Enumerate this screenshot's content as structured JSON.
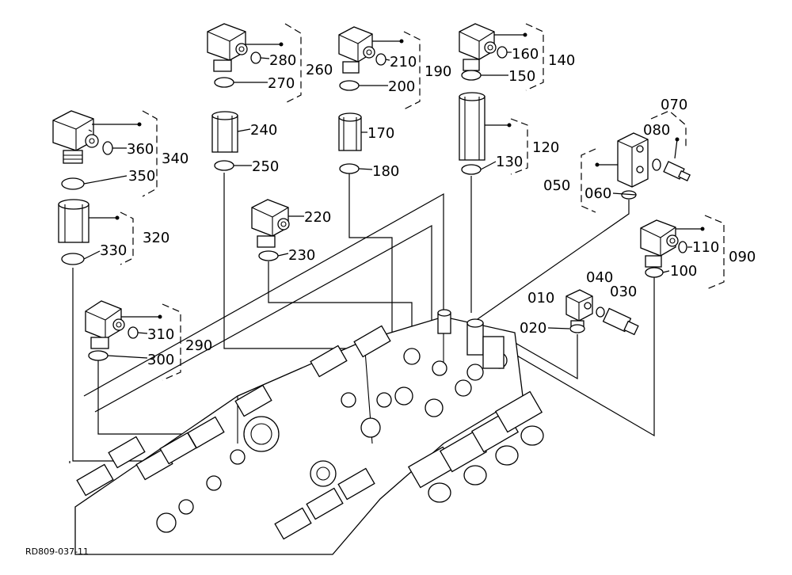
{
  "document_code": "RD809-037-11",
  "labels": {
    "l010": "010",
    "l020": "020",
    "l030": "030",
    "l040": "040",
    "l050": "050",
    "l060": "060",
    "l070": "070",
    "l080": "080",
    "l090": "090",
    "l100": "100",
    "l110": "110",
    "l120": "120",
    "l130": "130",
    "l140": "140",
    "l150": "150",
    "l160": "160",
    "l170": "170",
    "l180": "180",
    "l190": "190",
    "l200": "200",
    "l210": "210",
    "l220": "220",
    "l230": "230",
    "l240": "240",
    "l250": "250",
    "l260": "260",
    "l270": "270",
    "l280": "280",
    "l290": "290",
    "l300": "300",
    "l310": "310",
    "l320": "320",
    "l330": "330",
    "l340": "340",
    "l350": "350",
    "l360": "360"
  }
}
